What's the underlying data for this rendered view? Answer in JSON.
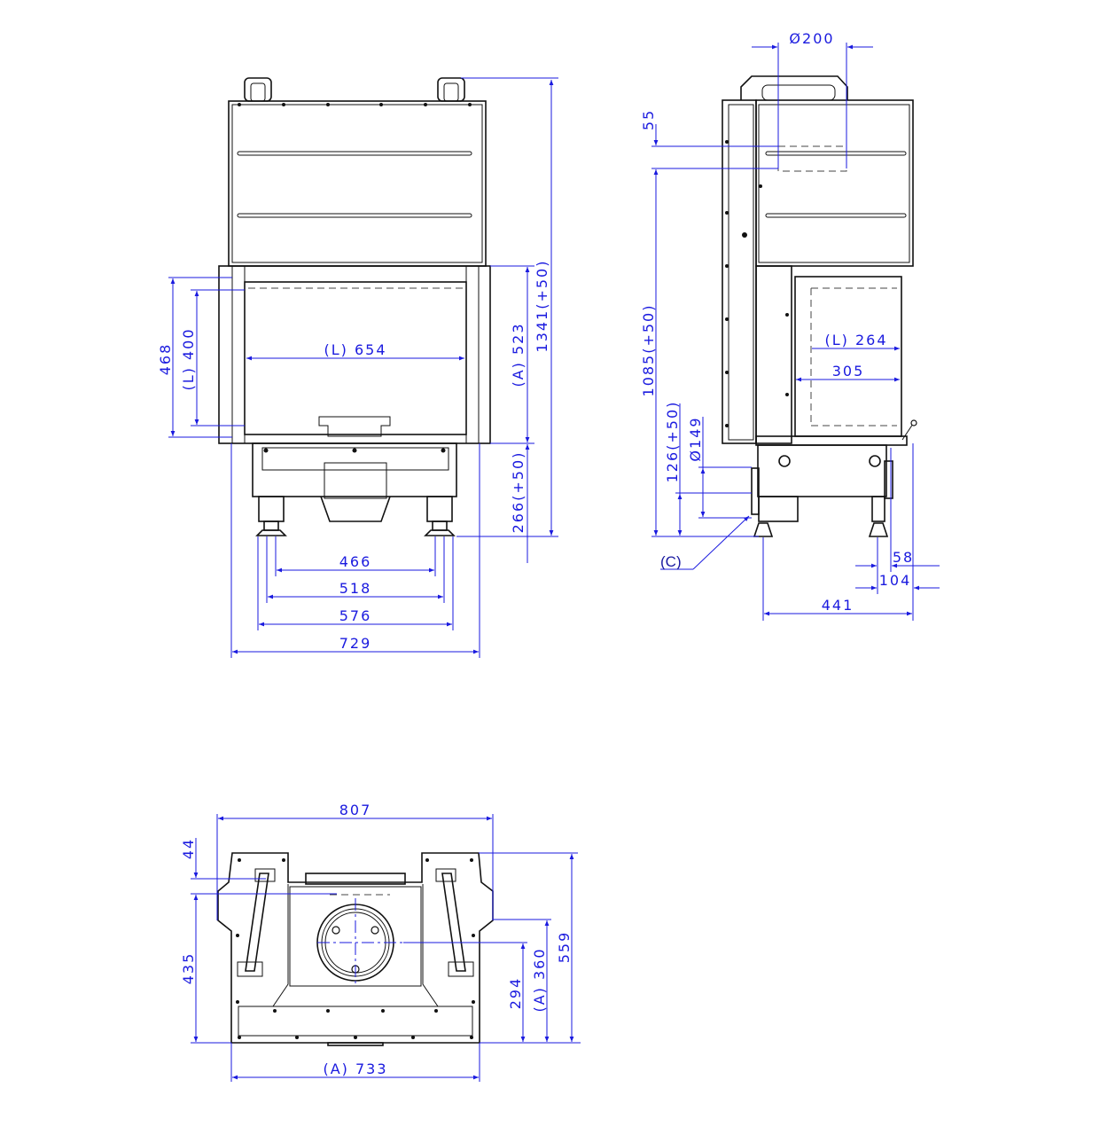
{
  "drawing": {
    "dimension_color": "#1a1adf",
    "outline_color": "#111111",
    "front_view": {
      "overall_height": "1341(+50)",
      "glass_height_a": "(A) 523",
      "base_height": "266(+50)",
      "frame_height": "468",
      "glass_height_l": "(L) 400",
      "glass_width_l": "(L) 654",
      "feet_466": "466",
      "feet_518": "518",
      "feet_576": "576",
      "overall_width": "729"
    },
    "side_view": {
      "flue_diameter": "Ø200",
      "flue_offset": "55",
      "flue_height": "1085(+50)",
      "air_inlet_height": "126(+50)",
      "air_inlet_diameter": "Ø149",
      "air_inlet_label": "(C)",
      "dim_58": "58",
      "dim_104": "104",
      "overall_depth": "441",
      "glass_depth_l": "(L) 264",
      "glass_depth": "305"
    },
    "top_view": {
      "overall_width": "807",
      "dim_44": "44",
      "dim_435": "435",
      "dim_294": "294",
      "dim_360": "(A) 360",
      "overall_depth": "559",
      "body_width": "(A) 733"
    }
  }
}
